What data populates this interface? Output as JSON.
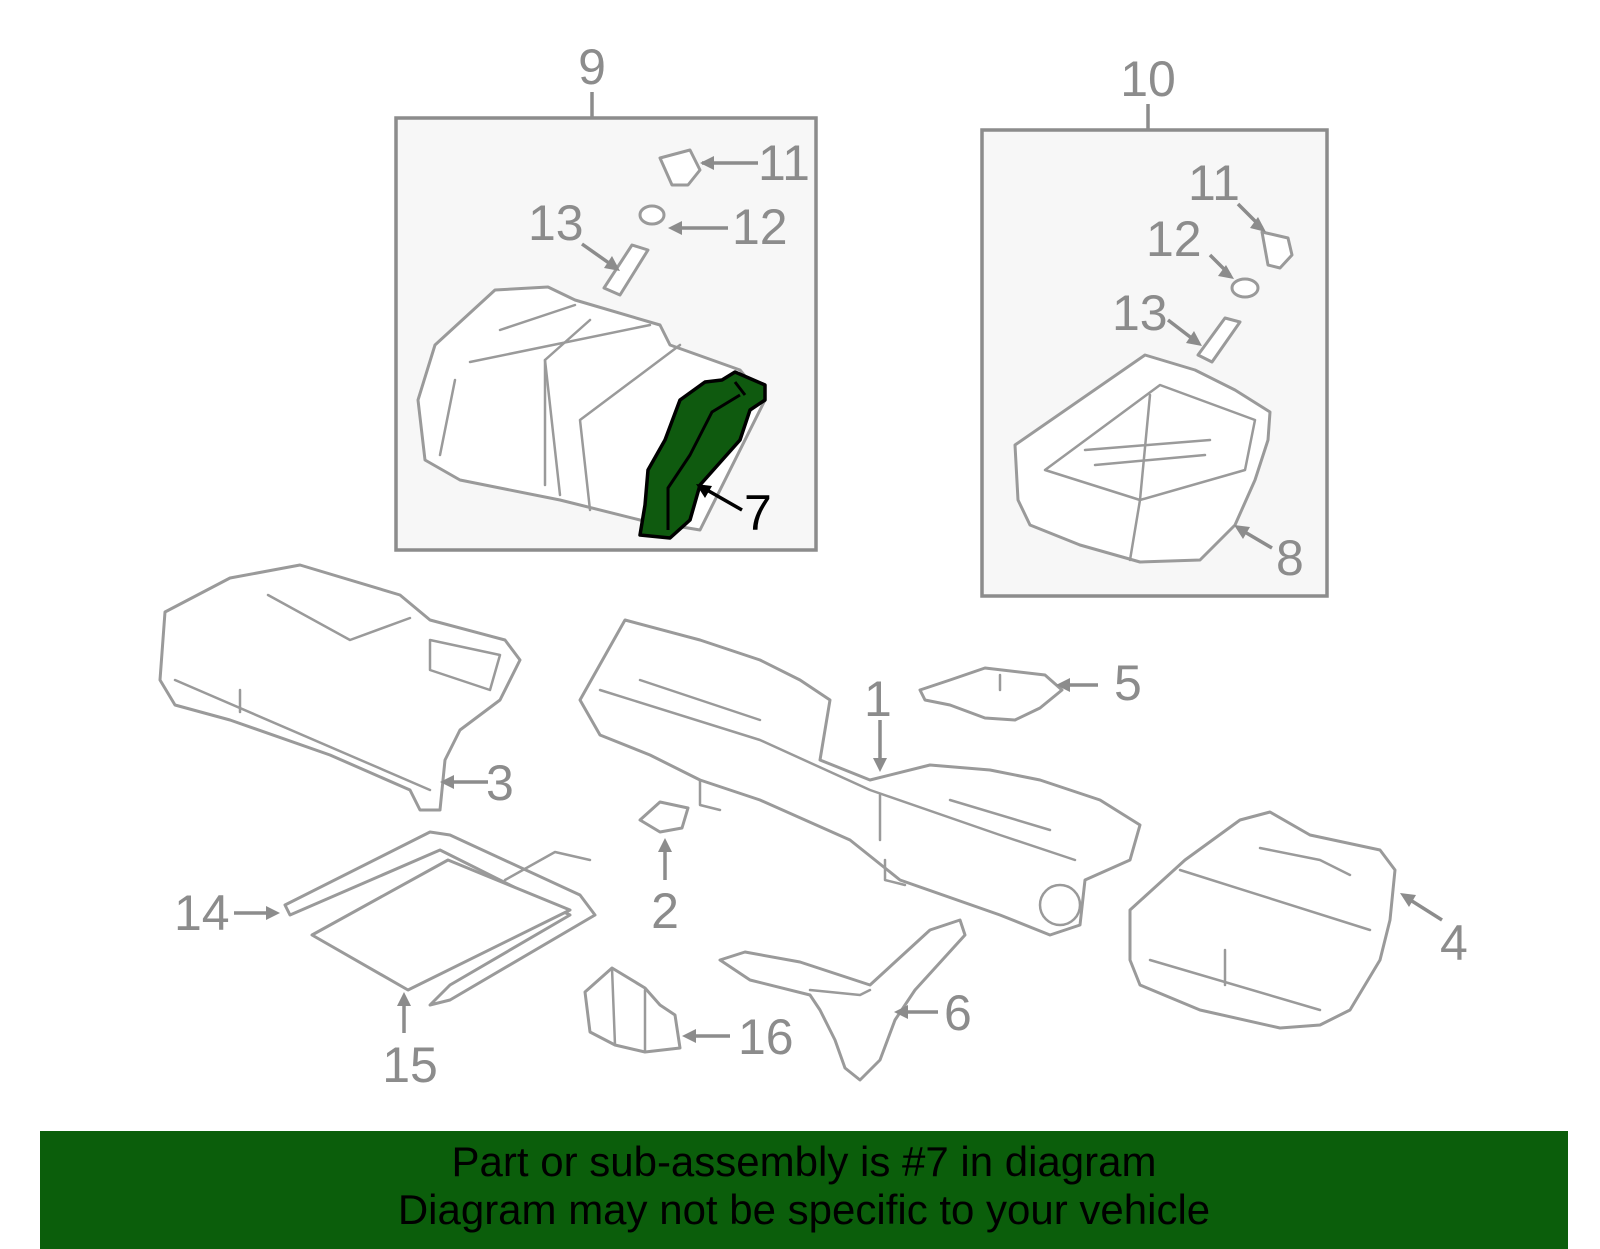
{
  "diagram": {
    "callouts": {
      "c1": "1",
      "c2": "2",
      "c3": "3",
      "c4": "4",
      "c5": "5",
      "c6": "6",
      "c7": "7",
      "c8": "8",
      "c9": "9",
      "c10": "10",
      "c11a": "11",
      "c11b": "11",
      "c12a": "12",
      "c12b": "12",
      "c13a": "13",
      "c13b": "13",
      "c14": "14",
      "c15": "15",
      "c16": "16"
    },
    "highlighted_part": "7",
    "colors": {
      "highlight": "#0f5a0f",
      "banner": "#0b5e0b",
      "outline": "#9a9a9a"
    }
  },
  "banner": {
    "line1": "Part or sub-assembly is #7 in diagram",
    "line2": "Diagram may not be specific to your vehicle"
  }
}
